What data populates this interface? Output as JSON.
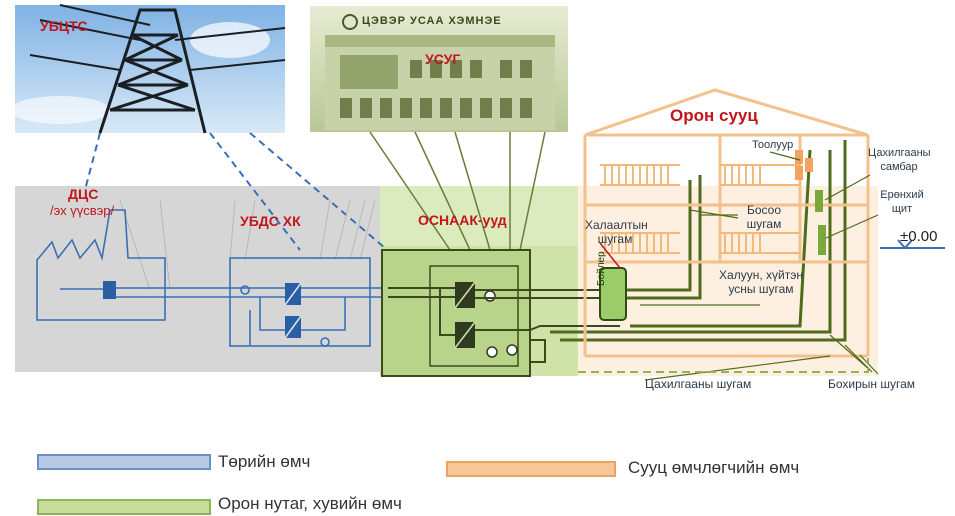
{
  "labels": {
    "ubtsts": "УБЦТС",
    "usug": "УСУГ",
    "building_sign": "ЦЭВЭР УСАА ХЭМНЭЕ",
    "dts": "ДЦС",
    "source": "/эх үүсвэр/",
    "ubds": "УБДС ХК",
    "osnaak": "ОСНААК-ууд",
    "apartment": "Орон сууц",
    "meter": "Тоолуур",
    "panel": "Цахилгааны самбар",
    "main_board": "Ерөнхий щит",
    "level": "±0.00",
    "heating_line": "Халаалтын шугам",
    "riser": "Босоо шугам",
    "hot_cold": "Халуун, хүйтэн усны шугам",
    "boiler": "Бойлер",
    "electric_line": "Цахилгааны шугам",
    "sewer": "Бохирын шугам"
  },
  "legend": [
    {
      "text": "Төрийн өмч",
      "color": "#b8cbe6",
      "border": "#6a8ec8"
    },
    {
      "text": "Орон нутаг, хувийн өмч",
      "color": "#c5dc9a",
      "border": "#8fb357"
    },
    {
      "text": "Сууц өмчлөгчийн өмч",
      "color": "#f7c79a",
      "border": "#e9a25f"
    }
  ],
  "colors": {
    "state_bg": "#d6d6d6",
    "local_bg": "#cfe3a8",
    "owner_bg": "#fdf0e0",
    "pipe_blue": "#3a6fb5",
    "pipe_green": "#4f6b1c",
    "pipe_orange": "#e9a25f"
  }
}
